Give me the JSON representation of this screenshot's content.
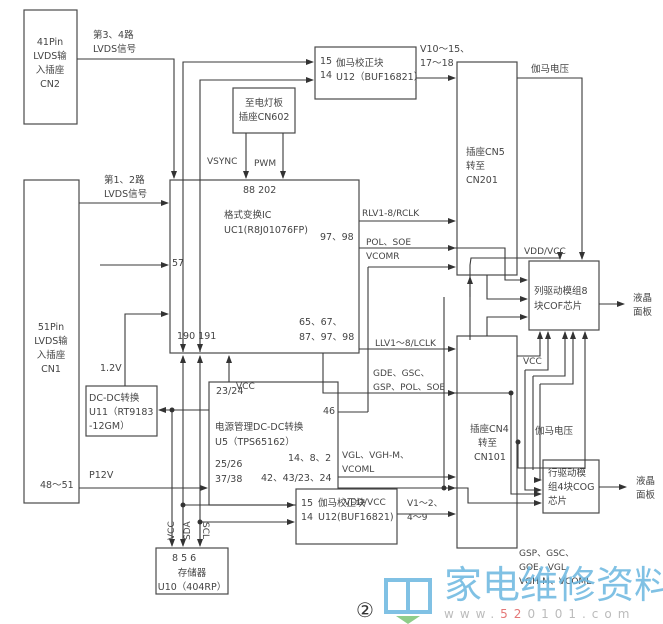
{
  "blocks": {
    "cn2": [
      "41Pin",
      "LVDS输",
      "入插座",
      "CN2"
    ],
    "cn1": [
      "51Pin",
      "LVDS输",
      "入插座",
      "CN1"
    ],
    "cn1_pins": "48～51",
    "cn602": [
      "至电灯板",
      "插座CN602"
    ],
    "gamma_top": {
      "pin15": "15",
      "pin14": "14",
      "title": "伽马校正块",
      "part": "U12（BUF16821）"
    },
    "uc1": {
      "pins_top": "88  202",
      "title": "格式变换IC",
      "part": "UC1(R8J01076FP)",
      "pin_9798": "97、98",
      "pin_57": "57",
      "pins_bottom_left": "190 191",
      "pins_br1": "65、67、",
      "pins_br2": "87、97、98"
    },
    "cn5": [
      "插座CN5",
      "转至",
      "CN201"
    ],
    "cof": [
      "列驱动模组8",
      "块COF芯片"
    ],
    "dcdc": [
      "DC-DC转换",
      "U11（RT9183",
      "-12GM）"
    ],
    "u5": {
      "pin_2324": "23/24",
      "pin_46": "46",
      "title": "电源管理DC-DC转换",
      "part": "U5（TPS65162）",
      "pin_148": "14、8、2",
      "pin_2526": "25/26",
      "pin_3738": "37/38",
      "pin_42": "42、43/23、24"
    },
    "cn4": [
      "插座CN4",
      "转至",
      "CN101"
    ],
    "cog": [
      "行驱动模",
      "组4块COG",
      "芯片"
    ],
    "gamma_bot": {
      "pin15": "15",
      "pin14": "14",
      "title": "伽马校正块",
      "part": "U12(BUF16821)"
    },
    "mem": {
      "pins": "8 5  6",
      "title": "存储器",
      "part": "U10（404RP）"
    }
  },
  "signals": {
    "lvds34": [
      "第3、4路",
      "LVDS信号"
    ],
    "lvds12": [
      "第1、2路",
      "LVDS信号"
    ],
    "vsync": "VSYNC",
    "pwm": "PWM",
    "v10": [
      "V10～15、",
      "17～18"
    ],
    "gamma_v_top": "伽马电压",
    "rlv": "RLV1-8/RCLK",
    "pol_soe": "POL、SOE",
    "vcomr": "VCOMR",
    "vdd_vcc_top": "VDD/VCC",
    "lcd_panel_1": [
      "液晶",
      "面板"
    ],
    "llv": "LLV1～8/LCLK",
    "gde": [
      "GDE、GSC、",
      "GSP、POL、SOE"
    ],
    "vcc_cof": "VCC",
    "v12": "1.2V",
    "vcc_uc1": "VCC",
    "p12v": "P12V",
    "vgl": [
      "VGL、VGH-M、",
      "VCOML"
    ],
    "vdd_vcc_bot": "VDD/VCC",
    "gamma_v_bot": "伽马电压",
    "lcd_panel_2": [
      "液晶",
      "面板"
    ],
    "v1": [
      "V1～2、",
      "4～9"
    ],
    "gsp": [
      "GSP、GSC、",
      "GOE、VGL",
      "VGH-M、VCOML"
    ],
    "mem_vcc": "VCC",
    "mem_sda": "SDA",
    "mem_scl": "SCL"
  },
  "figure_label": "②",
  "watermark": {
    "text": "家电维修资料网",
    "url_pre": "www.",
    "url_red": "52",
    "url_post": "0101.com"
  }
}
